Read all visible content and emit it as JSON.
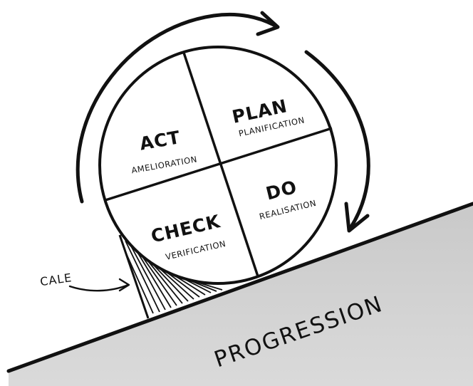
{
  "quadrants": {
    "plan": {
      "title": "PLAN",
      "subtitle": "PLANIFICATION"
    },
    "do": {
      "title": "DO",
      "subtitle": "REALISATION"
    },
    "check": {
      "title": "CHECK",
      "subtitle": "VERIFICATION"
    },
    "act": {
      "title": "ACT",
      "subtitle": "AMELIORATION"
    }
  },
  "wedge_label": "CALE",
  "slope_label": "PROGRESSION",
  "colors": {
    "ink": "#111111",
    "slope_fill": "#cfcfcf",
    "paper": "#ffffff"
  }
}
